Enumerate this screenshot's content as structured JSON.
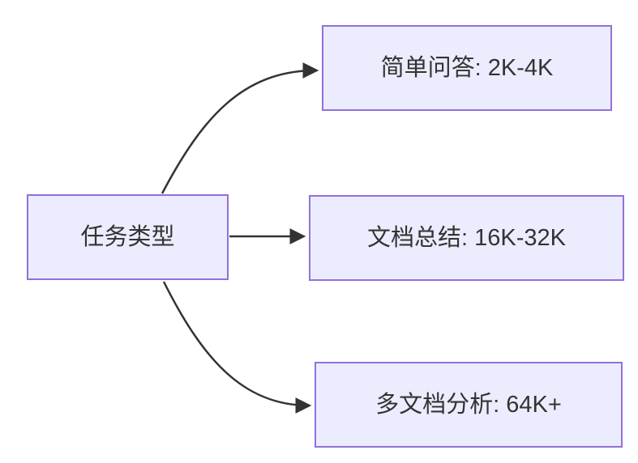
{
  "diagram": {
    "type": "flowchart-left-to-right",
    "root": {
      "label": "任务类型"
    },
    "branches": [
      {
        "label": "简单问答: 2K-4K"
      },
      {
        "label": "文档总结: 16K-32K"
      },
      {
        "label": "多文档分析: 64K+"
      }
    ],
    "colors": {
      "node_fill": "#ECECFF",
      "node_border": "#9370DB",
      "text": "#333333",
      "arrow": "#333333",
      "background": "#FFFFFF"
    }
  }
}
